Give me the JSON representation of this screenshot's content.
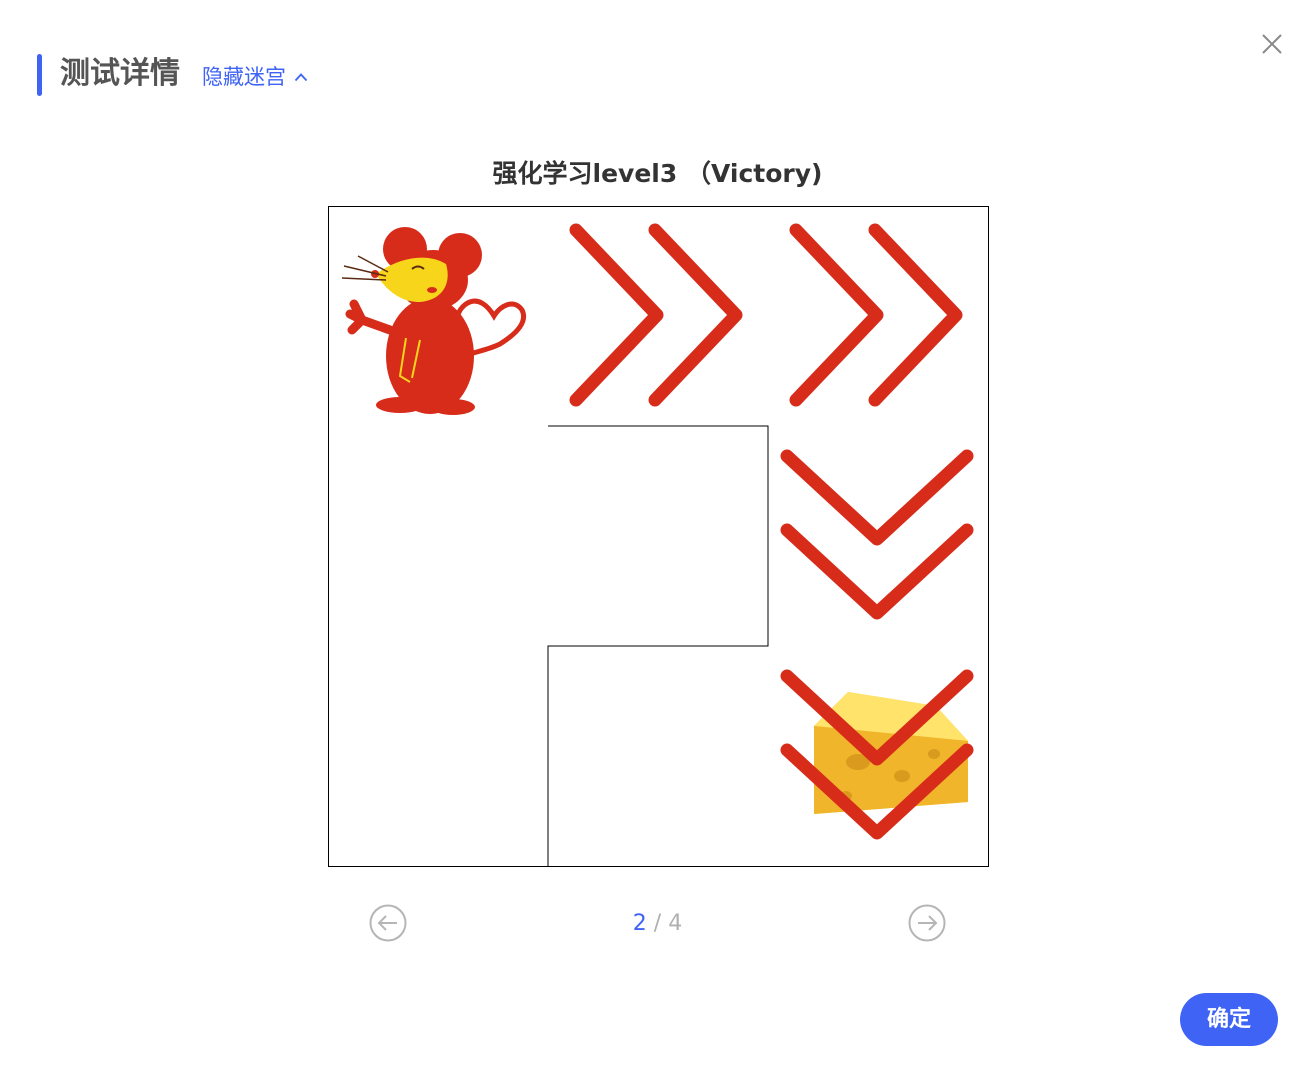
{
  "header": {
    "title": "测试详情",
    "toggle_label": "隐藏迷宫",
    "toggle_icon": "chevron-up-icon",
    "close_icon": "close-icon"
  },
  "maze": {
    "title": "强化学习level3 （Victory)",
    "grid_size": [
      3,
      3
    ],
    "start": {
      "row": 0,
      "col": 0,
      "icon": "mouse-icon"
    },
    "goal": {
      "row": 2,
      "col": 2,
      "icon": "cheese-icon"
    },
    "path": [
      {
        "row": 0,
        "col": 1,
        "direction": "right",
        "icon": "double-chevron-right-icon"
      },
      {
        "row": 0,
        "col": 2,
        "direction": "right",
        "icon": "double-chevron-right-icon"
      },
      {
        "row": 1,
        "col": 2,
        "direction": "down",
        "icon": "double-chevron-down-icon"
      },
      {
        "row": 2,
        "col": 2,
        "direction": "down",
        "icon": "double-chevron-down-icon"
      }
    ],
    "colors": {
      "arrow": "#d82c1b",
      "mouse_body": "#d82c1b",
      "mouse_face": "#f7d51a",
      "cheese": "#f6c838",
      "wall": "#000000"
    }
  },
  "pager": {
    "current": "2",
    "separator": "/",
    "total": "4",
    "prev_icon": "arrow-left-circle-icon",
    "next_icon": "arrow-right-circle-icon"
  },
  "footer": {
    "confirm_label": "确定"
  },
  "accent_color": "#3e63f5"
}
